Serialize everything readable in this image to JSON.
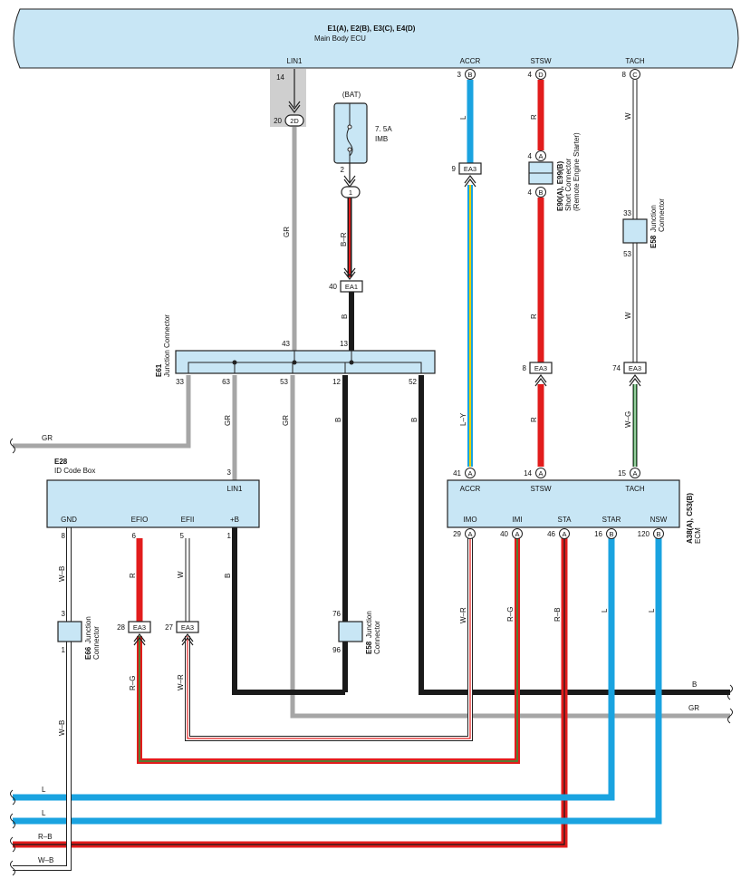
{
  "main_ecu": {
    "title": "E1(A), E2(B), E3(C), E4(D)",
    "subtitle": "Main Body ECU",
    "pins": [
      "LIN1",
      "ACCR",
      "STSW",
      "TACH"
    ]
  },
  "pins_top": {
    "lin1_no": "14",
    "accr_no": "3",
    "accr_letter": "B",
    "stsw_no": "4",
    "stsw_letter": "D",
    "tach_no": "8",
    "tach_letter": "C"
  },
  "bat": {
    "label": "(BAT)",
    "fuse": "7. 5A",
    "fuse_name": "IMB",
    "pin": "2",
    "conn": "1"
  },
  "conn2d": {
    "pin": "20",
    "label": "2D"
  },
  "ea": {
    "name": "EA3",
    "ea1": "EA1"
  },
  "pins_misc": {
    "ea1_pin": "40",
    "accr_ea3_pin": "9",
    "stsw_ea3_pin": "8",
    "tach_ea3_pin": "74",
    "efio_ea3_pin": "28",
    "efii_ea3_pin": "27"
  },
  "e90": {
    "code": "E90(A), E99(B)",
    "line1": "Short Connector",
    "line2": "(Remote Engine Starter)",
    "pin_top": "4",
    "letter_top": "A",
    "pin_bot": "4",
    "letter_bot": "B"
  },
  "e58_top": {
    "code": "E58",
    "name": "Junction",
    "name2": "Connector",
    "pin_top": "33",
    "pin_bot": "53"
  },
  "e61": {
    "code": "E61",
    "name": "Junction Connector",
    "pin_43": "43",
    "pin_13": "13",
    "pin_33": "33",
    "pin_63": "63",
    "pin_53": "53",
    "pin_12": "12",
    "pin_52": "52"
  },
  "e28": {
    "code": "E28",
    "name": "ID Code Box",
    "lin_pin": "3",
    "lin_label": "LIN1",
    "pins": [
      "GND",
      "EFIO",
      "EFII",
      "+B"
    ],
    "pin_nos": [
      "8",
      "6",
      "5",
      "1"
    ]
  },
  "ecm": {
    "code": "A38(A), C53(B)",
    "name": "ECM",
    "top_pins": [
      "ACCR",
      "STSW",
      "TACH"
    ],
    "top_nos": [
      "41",
      "14",
      "15"
    ],
    "top_letters": [
      "A",
      "A",
      "A"
    ],
    "bot_pins": [
      "IMO",
      "IMI",
      "STA",
      "STAR",
      "NSW"
    ],
    "bot_nos": [
      "29",
      "40",
      "46",
      "16",
      "120"
    ],
    "bot_letters": [
      "A",
      "A",
      "A",
      "B",
      "B"
    ]
  },
  "e66": {
    "code": "E66",
    "name": "Junction",
    "name2": "Connector",
    "pin_top": "3",
    "pin_bot": "1"
  },
  "e58_bot": {
    "code": "E58",
    "name": "Junction",
    "name2": "Connector",
    "pin_top": "76",
    "pin_bot": "96"
  },
  "wires": {
    "GR": "GR",
    "B_R": "B–R",
    "B": "B",
    "L": "L",
    "R": "R",
    "W": "W",
    "L_Y": "L–Y",
    "W_G": "W–G",
    "W_R": "W–R",
    "R_G": "R–G",
    "R_B": "R–B",
    "W_B": "W–B"
  },
  "colors": {
    "ecu_fill": "#c8e6f5",
    "blue": "#1aa3e0",
    "red": "#e21c1c",
    "gray": "#a6a6a6",
    "black": "#1a1a1a",
    "green": "#2a9a3a",
    "yellow": "#e8d000"
  }
}
